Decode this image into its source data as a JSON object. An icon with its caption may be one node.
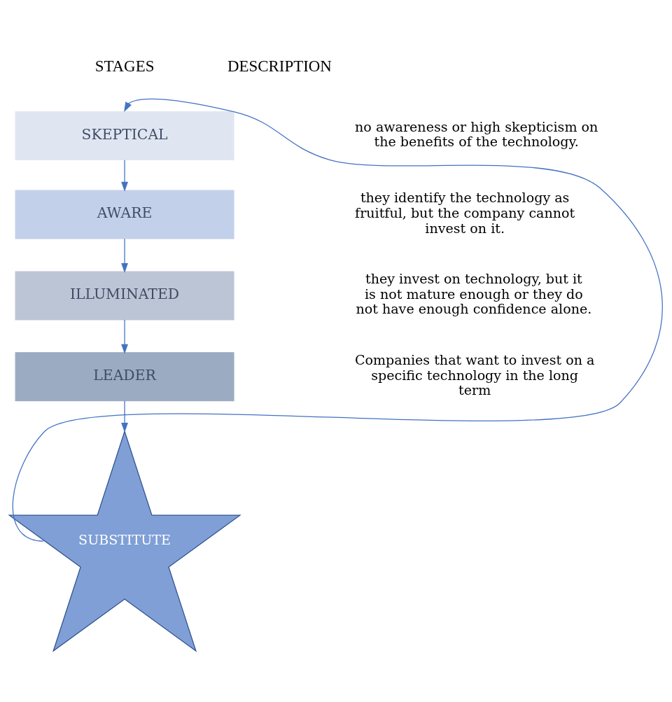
{
  "diagram": {
    "nodes": [
      {
        "text": [
          "SKEPTICAL"
        ]
      },
      {
        "text": [
          "AWARE"
        ]
      },
      {
        "text": [
          "ILLUMINATED"
        ]
      },
      {
        "text": [
          "LEADER"
        ]
      },
      {
        "text": [
          "SUBSTITUTE"
        ]
      }
    ],
    "edges": [
      {
        "from": 0,
        "to": 1,
        "arrow": "to"
      },
      {
        "from": 1,
        "to": 2,
        "arrow": "to"
      },
      {
        "from": 2,
        "to": 3,
        "arrow": "to"
      },
      {
        "from": 3,
        "to": 4,
        "arrow": "to"
      },
      {
        "from": 4,
        "to": 0,
        "arrow": "to"
      }
    ],
    "labels": [
      "STAGES",
      "DESCRIPTION",
      "no awareness or high skepticism on the benefits of the technology.",
      "they identify the technology as fruitful, but the company cannot invest on it.",
      "they invest on technology, but it is not mature enough or they do not have enough confidence alone.",
      "Companies that want to invest on a specific technology in the long term"
    ]
  }
}
